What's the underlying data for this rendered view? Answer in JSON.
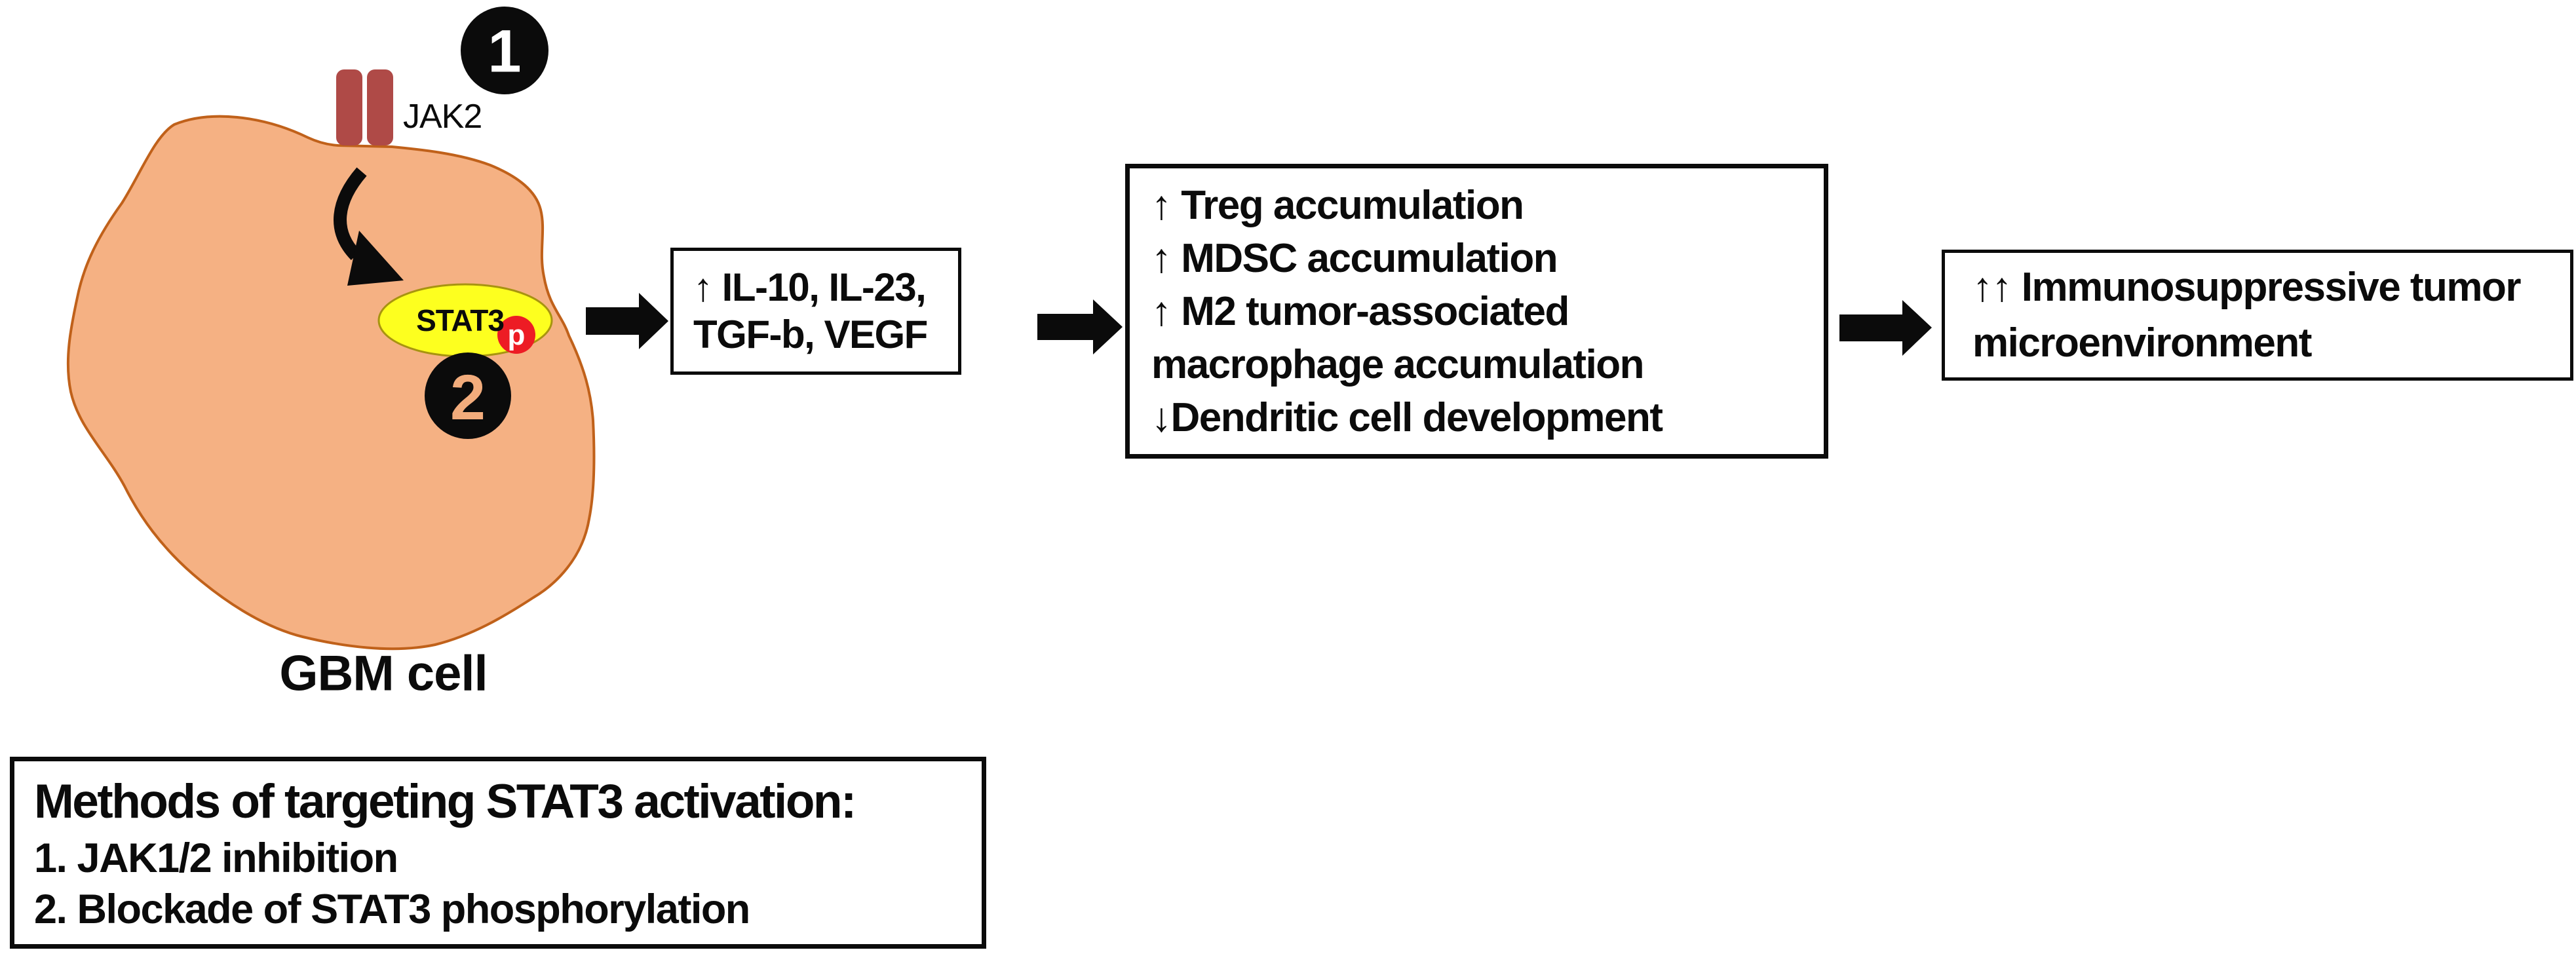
{
  "diagram": {
    "step1_badge": "1",
    "step2_badge": "2",
    "receptor_label": "JAK2",
    "stat3_label": "STAT3",
    "phospho_label": "p",
    "cell_label": "GBM cell"
  },
  "cytokines_box": {
    "lines": [
      "↑ IL-10, IL-23,",
      "TGF-b, VEGF"
    ]
  },
  "immune_effects_box": {
    "lines": [
      "↑ Treg accumulation",
      "↑ MDSC accumulation",
      "↑ M2 tumor-associated",
      "macrophage accumulation",
      "↓Dendritic cell development"
    ]
  },
  "outcome_box": {
    "lines": [
      "↑↑ Immunosuppressive tumor",
      "microenvironment"
    ]
  },
  "methods_box": {
    "title": "Methods of targeting STAT3 activation:",
    "items": [
      "1. JAK1/2 inhibition",
      "2. Blockade of STAT3 phosphorylation"
    ]
  },
  "colors": {
    "cell_fill": "#F5B183",
    "cell_outline": "#C0611A",
    "receptor": "#AF4A47",
    "stat3_fill": "#FDFF1F",
    "stat3_outline": "#A89410",
    "phospho": "#ED1C24",
    "step_badge": "#0B0B0B",
    "step2_text": "#F2AC7C",
    "arrow": "#0B0B0B"
  }
}
